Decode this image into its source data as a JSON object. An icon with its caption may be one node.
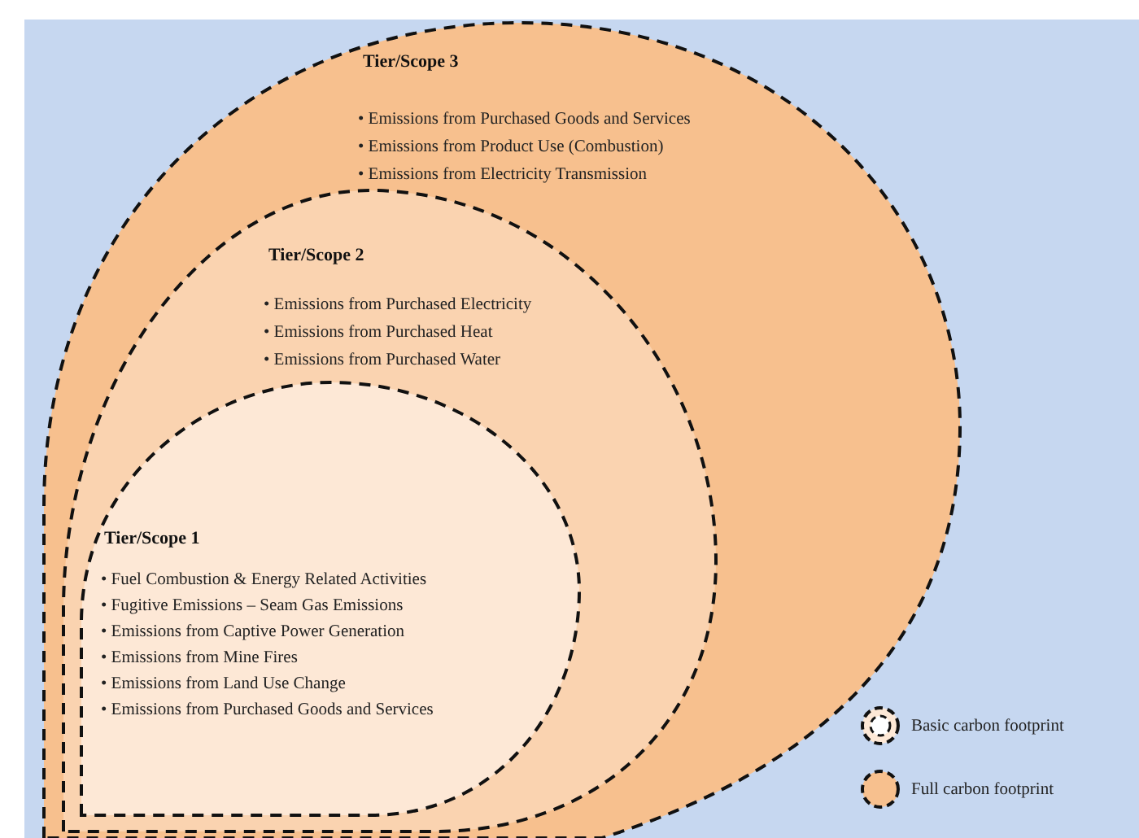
{
  "diagram": {
    "nodes": [
      {
        "text": [
          "Tier/Scope 3",
          "• Emissions from Purchased Goods and Services",
          "• Emissions from Product Use (Combustion)",
          "• Emissions from Electricity Transmission"
        ]
      },
      {
        "text": [
          "Tier/Scope 2",
          "• Emissions from Purchased Electricity",
          "• Emissions from Purchased Heat",
          "• Emissions from Purchased Water"
        ],
        "in": 0
      },
      {
        "text": [
          "Tier/Scope 1",
          "• Fuel Combustion & Energy Related Activities",
          "• Fugitive Emissions – Seam Gas Emissions",
          "• Emissions from Captive Power Generation",
          "• Emissions from Mine Fires",
          "• Emissions from Land Use Change",
          "• Emissions from Purchased Goods and Services"
        ],
        "in": 1
      }
    ],
    "legend": [
      {
        "text": "Basic carbon footprint"
      },
      {
        "text": "Full carbon footprint",
        "color": "#f7c08e"
      }
    ]
  }
}
